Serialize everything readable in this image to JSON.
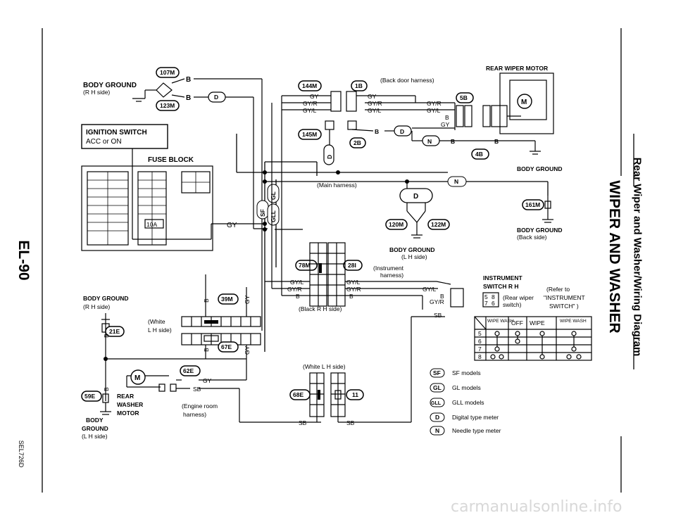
{
  "page": {
    "number": "EL-90",
    "title": "WIPER AND WASHER",
    "subtitle": "Rear Wiper and Washer/Wiring Diagram",
    "code": "SEL726D",
    "watermark": "carmanualsonline.info"
  },
  "labels": {
    "body_ground": "BODY GROUND",
    "rh_side": "(R H side)",
    "lh_side": "(L H side)",
    "back_side": "(Back side)",
    "ignition_switch": "IGNITION SWITCH",
    "acc_on": "ACC or ON",
    "fuse_block": "FUSE BLOCK",
    "fuse_10a": "10A",
    "rear_wiper_motor": "REAR WIPER MOTOR",
    "back_door_harness": "(Back door harness)",
    "main_harness": "(Main harness)",
    "instrument_harness_1": "(Instrument",
    "instrument_harness_2": "harness)",
    "instrument_switch_1": "INSTRUMENT",
    "instrument_switch_2": "SWITCH R H",
    "rear_wiper_switch_1": "(Rear wiper",
    "rear_wiper_switch_2": "switch)",
    "refer_to_1": "(Refer to",
    "refer_to_2": "\"INSTRUMENT",
    "refer_to_3": "SWITCH\" )",
    "black_rh_side": "(Black  R H  side)",
    "white_lh_side": "(White  L H  side)",
    "white": "(White",
    "lh_side_short": "L H side)",
    "rear": "REAR",
    "washer": "WASHER",
    "motor": "MOTOR",
    "body": "BODY",
    "ground": "GROUND",
    "engine_room_1": "(Engine room",
    "engine_room_2": "harness)"
  },
  "connectors": {
    "c107m": "107M",
    "c123m": "123M",
    "c144m": "144M",
    "c1b": "1B",
    "c5b": "5B",
    "c145m": "145M",
    "c2b": "2B",
    "c4b": "4B",
    "c161m": "161M",
    "c120m": "120M",
    "c122m": "122M",
    "c78m": "78M",
    "c28i": "28I",
    "c39m": "39M",
    "c21e": "21E",
    "c67e": "67E",
    "c62e": "62E",
    "c59e": "59E",
    "c68e": "68E",
    "c11": "11"
  },
  "wires": {
    "b": "B",
    "gy": "GY",
    "gy_r": "GY/R",
    "gy_l": "GY/L",
    "sb": "SB"
  },
  "marks": {
    "d": "D",
    "n": "N",
    "m": "M",
    "sf": "SF",
    "gl": "GL",
    "gll": "GLL"
  },
  "switch_table": {
    "headers": [
      "WIPE WASH",
      "OFF",
      "WIPE",
      "WIPE WASH"
    ],
    "rows": [
      "5",
      "6",
      "7",
      "8"
    ],
    "terms": [
      "5",
      "8",
      "7",
      "6"
    ]
  },
  "legend": [
    {
      "sym": "SF",
      "text": "SF models"
    },
    {
      "sym": "GL",
      "text": "GL models"
    },
    {
      "sym": "GLL",
      "text": "GLL models"
    },
    {
      "sym": "D",
      "text": "Digital type meter"
    },
    {
      "sym": "N",
      "text": "Needle type meter"
    }
  ]
}
